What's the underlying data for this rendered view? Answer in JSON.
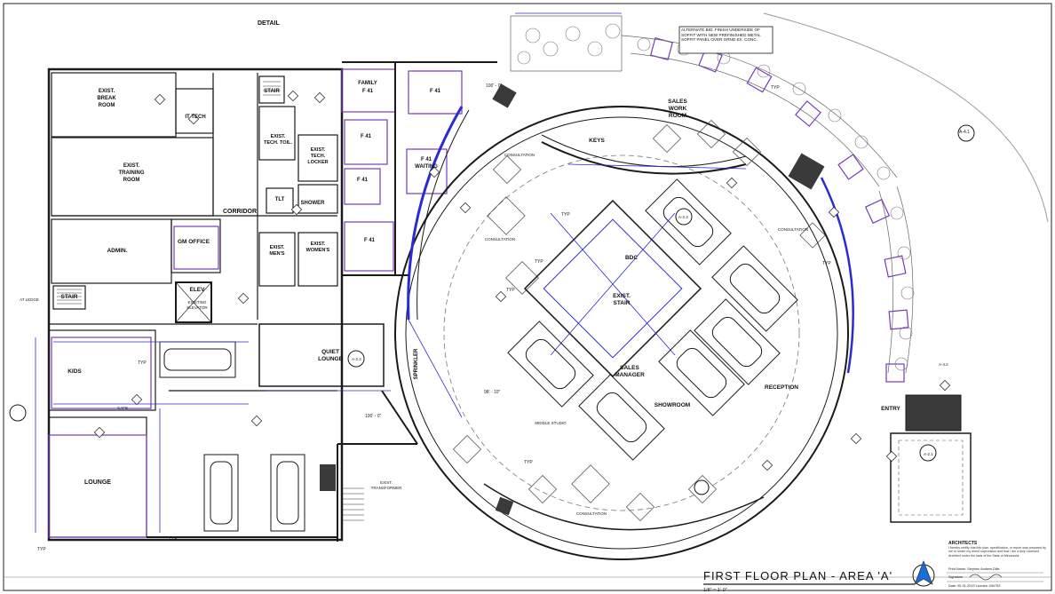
{
  "sheet": {
    "title": "FIRST FLOOR PLAN - AREA 'A'",
    "scale": "1/8\" = 1'-0\"",
    "note": "ALTERNATE BID: FINISH UNDERSIDE OF SOFFIT WITH NEW PREFINISHED METAL SOFFIT PANEL OVER GRND EX. CONC.",
    "architects_label": "ARCHITECTS",
    "architects_text": "I hereby certify that this plan, specification, or report was prepared by me or under my direct supervision and that I am a duly Licensed Architect under the laws of the State of Minnesota.",
    "print_name": "Print Name: Stephen Andrew Dilts",
    "signature_label": "Signature",
    "date_line": "Date: 05-31-2019   License: 000753"
  },
  "rooms": {
    "detail": "DETAIL",
    "break_room": [
      "EXIST.",
      "BREAK",
      "ROOM"
    ],
    "it_tech": "IT TECH",
    "training_room": [
      "EXIST.",
      "TRAINING",
      "ROOM"
    ],
    "stair_top": "STAIR",
    "tech_toil": [
      "EXIST.",
      "TECH. TOIL."
    ],
    "tech_locker": [
      "EXIST.",
      "TECH.",
      "LOCKER"
    ],
    "family": "FAMILY",
    "waiting": "WAITING",
    "shower": "SHOWER",
    "tlt": "TLT",
    "corridor": "CORRIDOR",
    "gm_office": "GM OFFICE",
    "admin": "ADMIN.",
    "mens": [
      "EXIST.",
      "MEN'S"
    ],
    "womens": [
      "EXIST.",
      "WOMEN'S"
    ],
    "stair_left": "STAIR",
    "elev": "ELEV",
    "elev_note": [
      "EXISTING",
      "ELEVATOR"
    ],
    "kids": "KIDS",
    "cafe": "CAFE",
    "lounge": "LOUNGE",
    "quiet_lounge": [
      "QUIET",
      "LOUNGE"
    ],
    "sprinkler": "SPRINKLER",
    "exist_transformer": [
      "EXIST.",
      "TRANSFORMER"
    ],
    "sales_work_room": [
      "SALES",
      "WORK",
      "ROOM"
    ],
    "keys": "KEYS",
    "bdc": "BDC",
    "exist_stair": [
      "EXIST.",
      "STAIR"
    ],
    "sales_manager": [
      "SALES",
      "MANAGER"
    ],
    "showroom": "SHOWROOM",
    "reception": "RECEPTION",
    "entry": "ENTRY",
    "consultation": "CONSULTATION",
    "middle_studio": "MIDDLE STUDIO",
    "at_ledge": "AT LEDGE",
    "f41": "F 41"
  },
  "tags": {
    "typ": "TYP",
    "a41": "A-4.1",
    "a22": "A-2.2",
    "a23": "A-2.3",
    "a21": "A-2.1",
    "a42": "A-4.2",
    "elev_100": "100' - 0\"",
    "elev_98": "98' - 10\""
  },
  "colors": {
    "line": "#1a1a1a",
    "dim_blue": "#2b2bd6",
    "purple": "#7a3bbd",
    "hatch": "#555555",
    "fill_dark": "#3a3a3a"
  }
}
